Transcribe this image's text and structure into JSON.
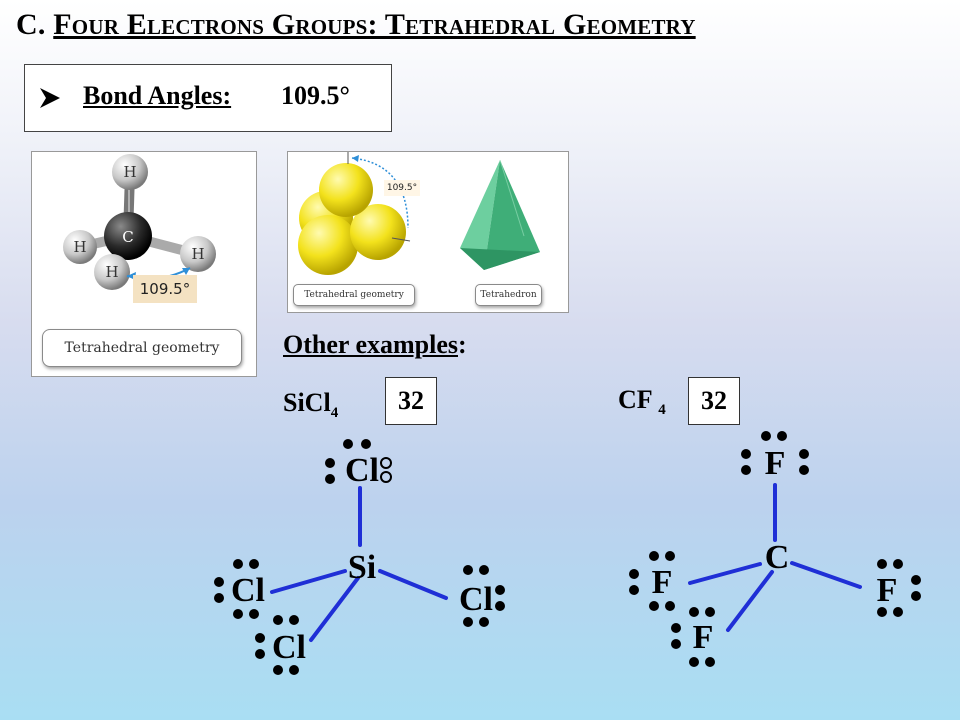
{
  "slide": {
    "title_prefix": "C. ",
    "title_rest": "Four Electrons Groups: Tetrahedral Geometry",
    "bond_angles_label": "Bond Angles:",
    "bond_angles_value": "109.5°",
    "image1": {
      "angle": "109.5°",
      "caption": "Tetrahedral geometry",
      "atoms": {
        "center": "C",
        "ligand": "H"
      }
    },
    "image2": {
      "angle": "109.5°",
      "caption_left": "Tetrahedral geometry",
      "caption_right": "Tetrahedron"
    },
    "other_examples": "Other examples",
    "other_examples_colon": ":",
    "example1": {
      "formula_main": "SiCl",
      "formula_sub": "4",
      "electrons": "32",
      "center": "Si",
      "ligand": "Cl"
    },
    "example2": {
      "formula_main": "CF",
      "formula_sub": "4",
      "electrons": "32",
      "center": "C",
      "ligand": "F"
    },
    "colors": {
      "bond": "#1f2fd6",
      "sphere": "#f3e21c",
      "tetrahedron": "#3fb07a",
      "arrow": "#2f8fd8"
    }
  }
}
